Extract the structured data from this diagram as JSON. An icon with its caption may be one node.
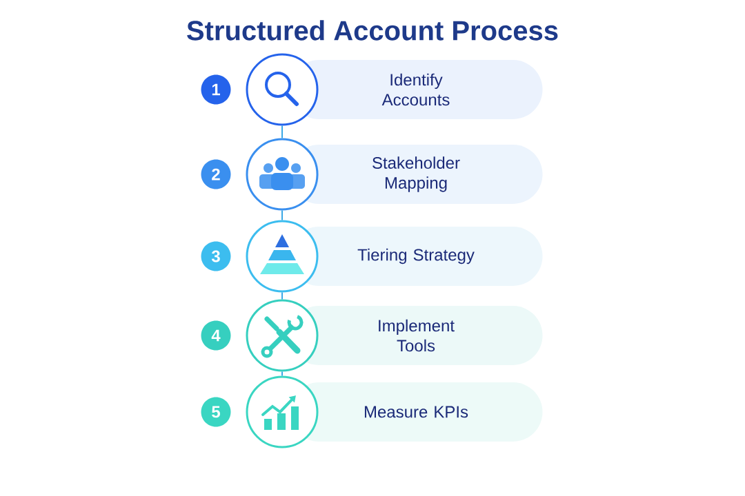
{
  "diagram": {
    "title": "Structured Account Process",
    "nodes": [
      {
        "text": [
          "1"
        ]
      },
      {
        "text": [],
        "shape": "circle"
      },
      {
        "text": [
          "Identify Accounts"
        ]
      },
      {
        "text": [
          "2"
        ]
      },
      {
        "text": [],
        "shape": "circle"
      },
      {
        "text": [
          "Stakeholder Mapping"
        ]
      },
      {
        "text": [
          "3"
        ]
      },
      {
        "text": [],
        "shape": "circle"
      },
      {
        "text": [
          "Tiering Strategy"
        ]
      },
      {
        "text": [
          "4"
        ]
      },
      {
        "text": [],
        "shape": "circle"
      },
      {
        "text": [
          "Implement Tools"
        ]
      },
      {
        "text": [
          "5"
        ]
      },
      {
        "text": [],
        "shape": "circle"
      },
      {
        "text": [
          "Measure KPIs"
        ]
      }
    ],
    "edges": [
      {
        "from": 1,
        "to": 4,
        "arrow": "none"
      },
      {
        "from": 4,
        "to": 7,
        "arrow": "none"
      },
      {
        "from": 7,
        "to": 10,
        "arrow": "none"
      },
      {
        "from": 10,
        "to": 13,
        "arrow": "none"
      }
    ]
  }
}
